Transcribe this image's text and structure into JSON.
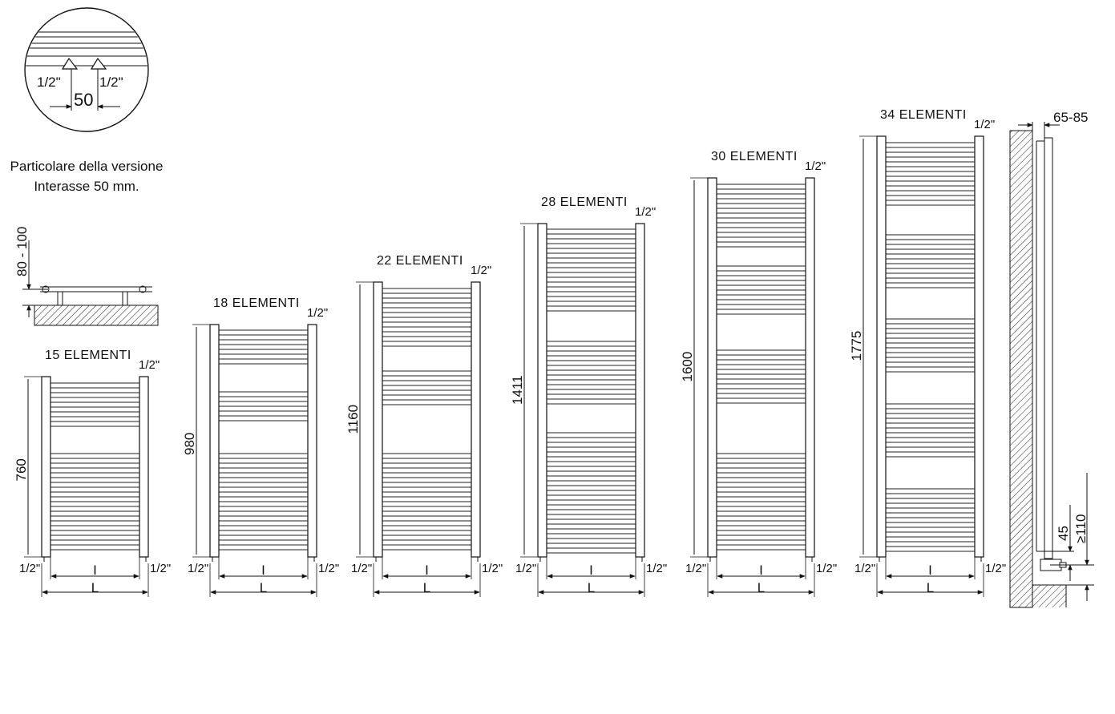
{
  "detail": {
    "left_thread": "1/2\"",
    "right_thread": "1/2\"",
    "spacing": "50",
    "caption_line1": "Particolare della versione",
    "caption_line2": "Interasse 50 mm."
  },
  "wall_gap_detail": {
    "range": "80 - 100"
  },
  "side_view": {
    "depth": "65-85",
    "offset_45": "45",
    "offset_110": "≥110"
  },
  "models": [
    {
      "title": "15 ELEMENTI",
      "height": "760",
      "thread_top": "1/2\"",
      "thread_bottom_left": "1/2\"",
      "thread_bottom_right": "1/2\"",
      "inner_width": "I",
      "outer_width": "L"
    },
    {
      "title": "18 ELEMENTI",
      "height": "980",
      "thread_top": "1/2\"",
      "thread_bottom_left": "1/2\"",
      "thread_bottom_right": "1/2\"",
      "inner_width": "I",
      "outer_width": "L"
    },
    {
      "title": "22 ELEMENTI",
      "height": "1160",
      "thread_top": "1/2\"",
      "thread_bottom_left": "1/2\"",
      "thread_bottom_right": "1/2\"",
      "inner_width": "I",
      "outer_width": "L"
    },
    {
      "title": "28 ELEMENTI",
      "height": "1411",
      "thread_top": "1/2\"",
      "thread_bottom_left": "1/2\"",
      "thread_bottom_right": "1/2\"",
      "inner_width": "I",
      "outer_width": "L"
    },
    {
      "title": "30 ELEMENTI",
      "height": "1600",
      "thread_top": "1/2\"",
      "thread_bottom_left": "1/2\"",
      "thread_bottom_right": "1/2\"",
      "inner_width": "I",
      "outer_width": "L"
    },
    {
      "title": "34 ELEMENTI",
      "height": "1775",
      "thread_top": "1/2\"",
      "thread_bottom_left": "1/2\"",
      "thread_bottom_right": "1/2\"",
      "inner_width": "I",
      "outer_width": "L"
    }
  ],
  "colors": {
    "line": "#111111",
    "paper": "#ffffff"
  }
}
